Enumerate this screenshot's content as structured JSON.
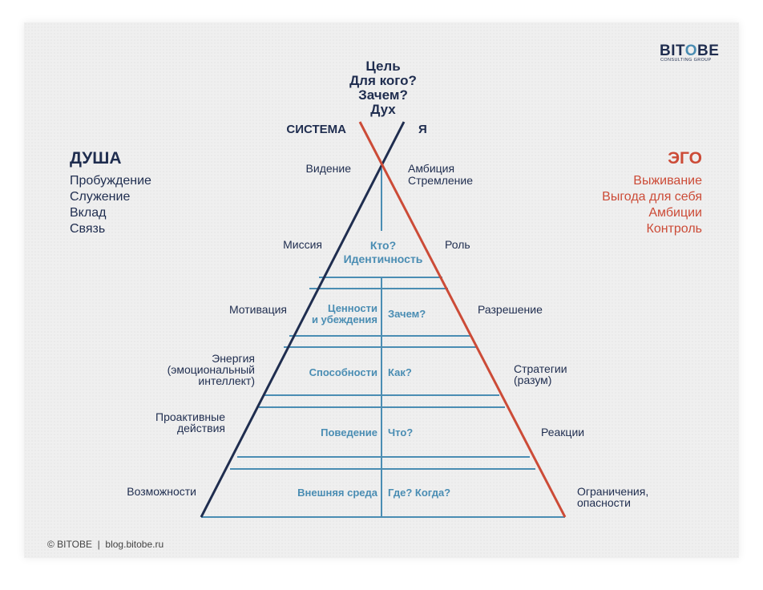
{
  "logo": {
    "name_a": "BIT",
    "name_b": "O",
    "name_c": "BE",
    "subtitle": "CONSULTING GROUP"
  },
  "top_title": [
    "Цель",
    "Для кого?",
    "Зачем?",
    "Дух"
  ],
  "axis_left": "СИСТЕМА",
  "axis_right": "Я",
  "soul": {
    "title": "ДУША",
    "items": [
      "Пробуждение",
      "Служение",
      "Вклад",
      "Связь"
    ]
  },
  "ego": {
    "title": "ЭГО",
    "items": [
      "Выживание",
      "Выгода для себя",
      "Амбиции",
      "Контроль"
    ]
  },
  "left_labels": {
    "vision": "Видение",
    "mission": "Миссия",
    "motivation": "Мотивация",
    "energy": [
      "Энергия",
      "(эмоциональный",
      "интеллект)"
    ],
    "proactive": [
      "Проактивные",
      "действия"
    ],
    "opportunities": "Возможности"
  },
  "right_labels": {
    "ambition": [
      "Амбиция",
      "Стремление"
    ],
    "role": "Роль",
    "permission": "Разрешение",
    "strategies": [
      "Стратегии",
      "(разум)"
    ],
    "reactions": "Реакции",
    "limits": [
      "Ограничения,",
      "опасности"
    ]
  },
  "levels": {
    "identity": [
      "Кто?",
      "Идентичность"
    ],
    "values": [
      "Ценности",
      "и убеждения"
    ],
    "values_q": "Зачем?",
    "abilities": "Способности",
    "abilities_q": "Как?",
    "behavior": "Поведение",
    "behavior_q": "Что?",
    "environment": "Внешняя среда",
    "environment_q": "Где? Когда?"
  },
  "footer": "© BITOBE  |  blog.bitobe.ru",
  "colors": {
    "navy": "#1f2d4f",
    "red": "#cc4b37",
    "blue": "#4a8db3"
  }
}
